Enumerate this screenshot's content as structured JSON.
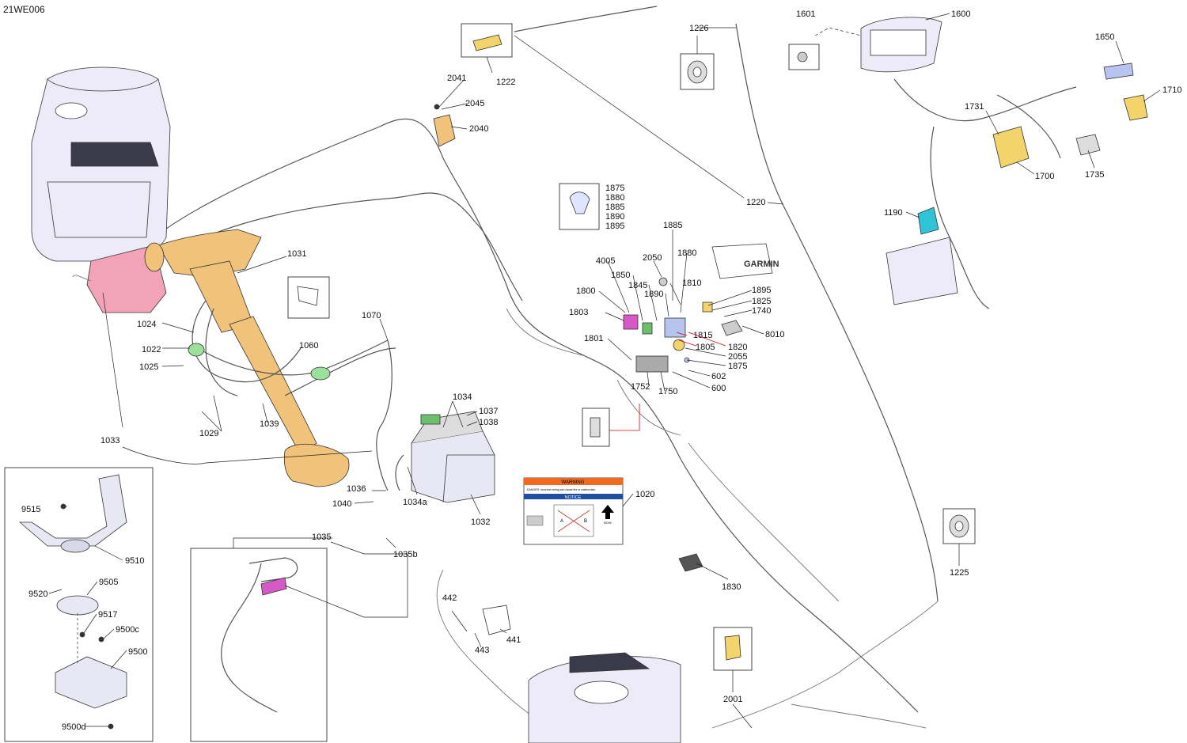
{
  "document_id": "21WE006",
  "warning_label": {
    "warning": "WARNING",
    "notice": "NOTICE",
    "line1": "DANGER: Incorrect wiring can cause fire or malfunction.",
    "arrow_text": "BOW",
    "a": "A",
    "b": "B"
  },
  "screen_brand": "GARMIN",
  "labels": {
    "l1031": "1031",
    "l1024": "1024",
    "l1022": "1022",
    "l1025": "1025",
    "l1029": "1029",
    "l1039": "1039",
    "l1033": "1033",
    "l1060": "1060",
    "l1070": "1070",
    "l1034": "1034",
    "l1037": "1037",
    "l1038": "1038",
    "l1036": "1036",
    "l1040": "1040",
    "l1034a": "1034a",
    "l1032": "1032",
    "l1035": "1035",
    "l1035b": "1035b",
    "l1020": "1020",
    "l1222": "1222",
    "l2041": "2041",
    "l2045": "2045",
    "l2040": "2040",
    "l1226": "1226",
    "l1220": "1220",
    "l1875a": "1875",
    "l1880a": "1880",
    "l1885a": "1885",
    "l1890a": "1890",
    "l1895a": "1895",
    "l1885b": "1885",
    "l1880b": "1880",
    "l2050": "2050",
    "l4005": "4005",
    "l1850": "1850",
    "l1845": "1845",
    "l1810": "1810",
    "l1800": "1800",
    "l1890b": "1890",
    "l1803": "1803",
    "l1895b": "1895",
    "l1825": "1825",
    "l1740": "1740",
    "l8010": "8010",
    "l1815": "1815",
    "l1805": "1805",
    "l1820": "1820",
    "l1801": "1801",
    "l2055": "2055",
    "l1875b": "1875",
    "l602": "602",
    "l600": "600",
    "l1752": "1752",
    "l1750": "1750",
    "l1830": "1830",
    "l442": "442",
    "l441": "441",
    "l443": "443",
    "l2001": "2001",
    "l1601": "1601",
    "l1600": "1600",
    "l1650": "1650",
    "l1710": "1710",
    "l1731": "1731",
    "l1700": "1700",
    "l1735": "1735",
    "l1190": "1190",
    "l1225": "1225",
    "l9515": "9515",
    "l9510": "9510",
    "l9520": "9520",
    "l9505": "9505",
    "l9517": "9517",
    "l9500c": "9500c",
    "l9500": "9500",
    "l9500d": "9500d"
  },
  "colors": {
    "battery_box": "#e8e8f4",
    "trolling_motor": "#f0c27a",
    "console": "#ecebf7",
    "pink_module": "#f3a3b8",
    "cyan_harness": "#2ec4d6",
    "green_wire": "#6cc06c",
    "magenta": "#d858c8",
    "yellow_part": "#f2d46a",
    "warning_orange": "#f26a21"
  }
}
